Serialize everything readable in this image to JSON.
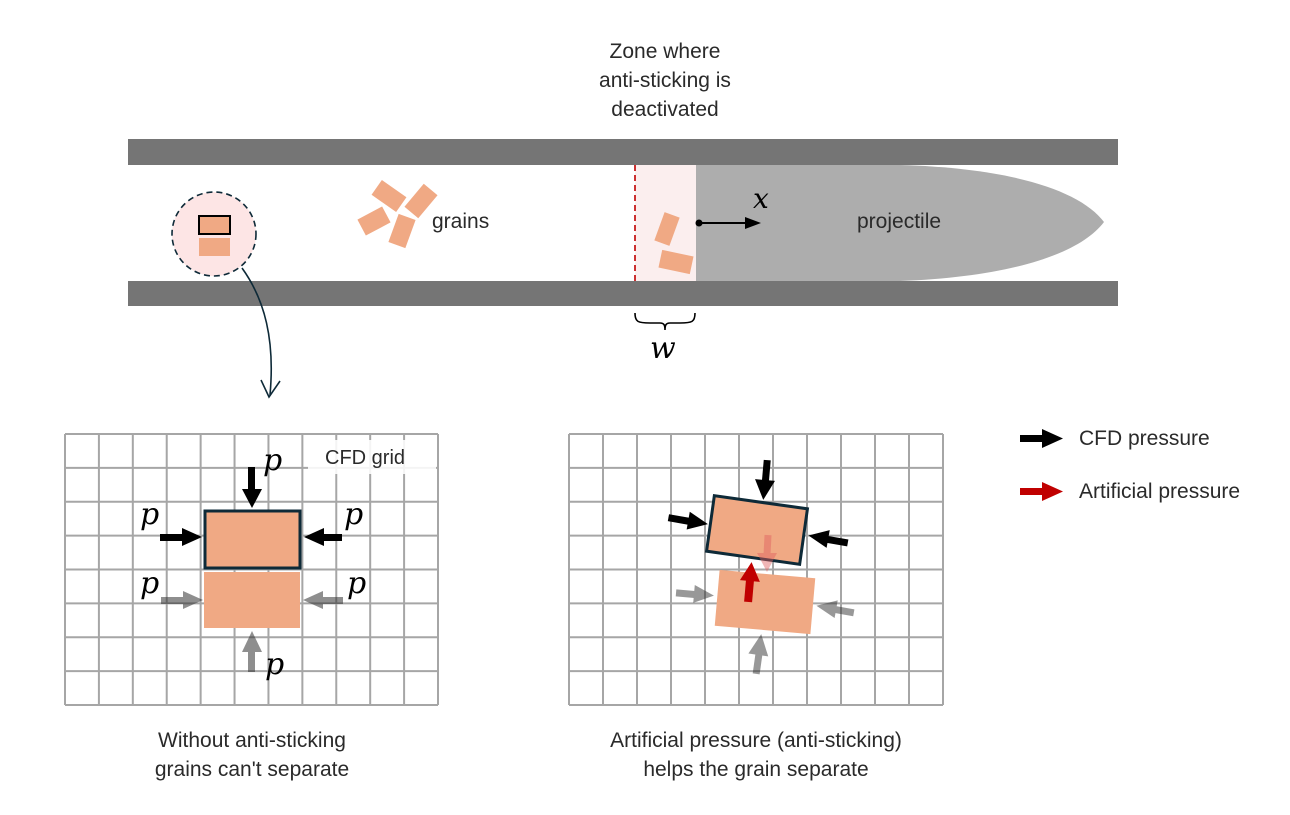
{
  "top": {
    "zone_label_lines": [
      "Zone where",
      "anti-sticking is",
      "deactivated"
    ],
    "grains_label": "grains",
    "projectile_label": "projectile",
    "x_symbol": "x",
    "w_symbol": "w"
  },
  "left_panel": {
    "grid_label": "CFD grid",
    "pressure_symbol": "p",
    "caption_lines": [
      "Without anti-sticking",
      "grains can't separate"
    ]
  },
  "right_panel": {
    "caption_lines": [
      "Artificial pressure (anti-sticking)",
      "helps the grain separate"
    ]
  },
  "legend": {
    "items": [
      {
        "label": "CFD pressure",
        "color": "#000000"
      },
      {
        "label": "Artificial pressure",
        "color": "#c00000"
      }
    ]
  },
  "colors": {
    "barrel": "#757575",
    "projectile": "#adadad",
    "grain": "#f0a984",
    "zone": "#fbeeee",
    "zoom_circle": "#fde5e5",
    "grid": "#a6a6a6",
    "outline": "#0e2a38",
    "dashed_line": "#c00000",
    "secondary_arrow": "#8c8c8c"
  }
}
